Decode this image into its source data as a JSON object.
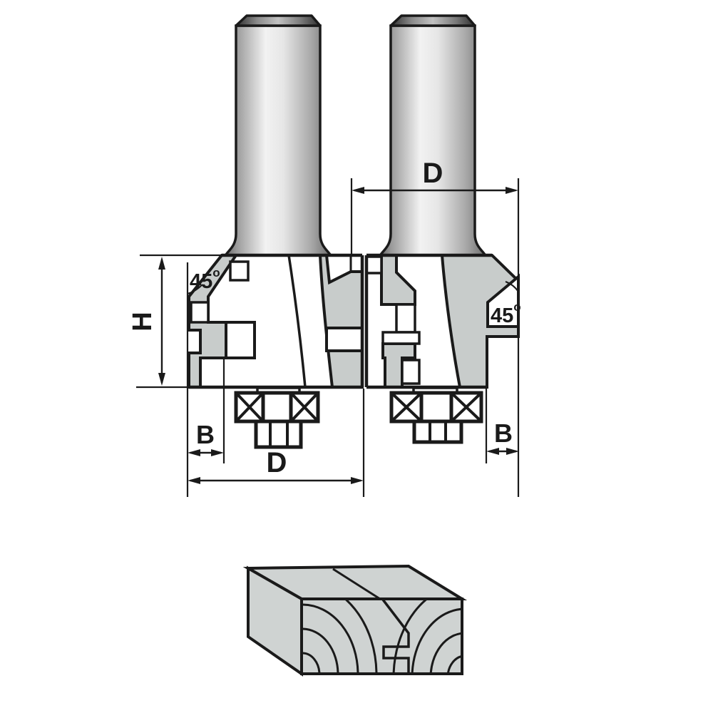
{
  "diagram": {
    "title": "router-bit-dimension-diagram",
    "labels": {
      "dim_d_top": "D",
      "dim_h": "H",
      "dim_b_left": "B",
      "dim_d_bottom": "D",
      "dim_b_right": "B",
      "angle_left": {
        "value": "45",
        "sup": "o"
      },
      "angle_right": {
        "value": "45",
        "sup": "o"
      }
    },
    "colors": {
      "background": "#ffffff",
      "outline": "#1a1a1a",
      "steel_gray": "#c8cccb",
      "wood_gray": "#cfd3d2",
      "white": "#ffffff"
    }
  }
}
